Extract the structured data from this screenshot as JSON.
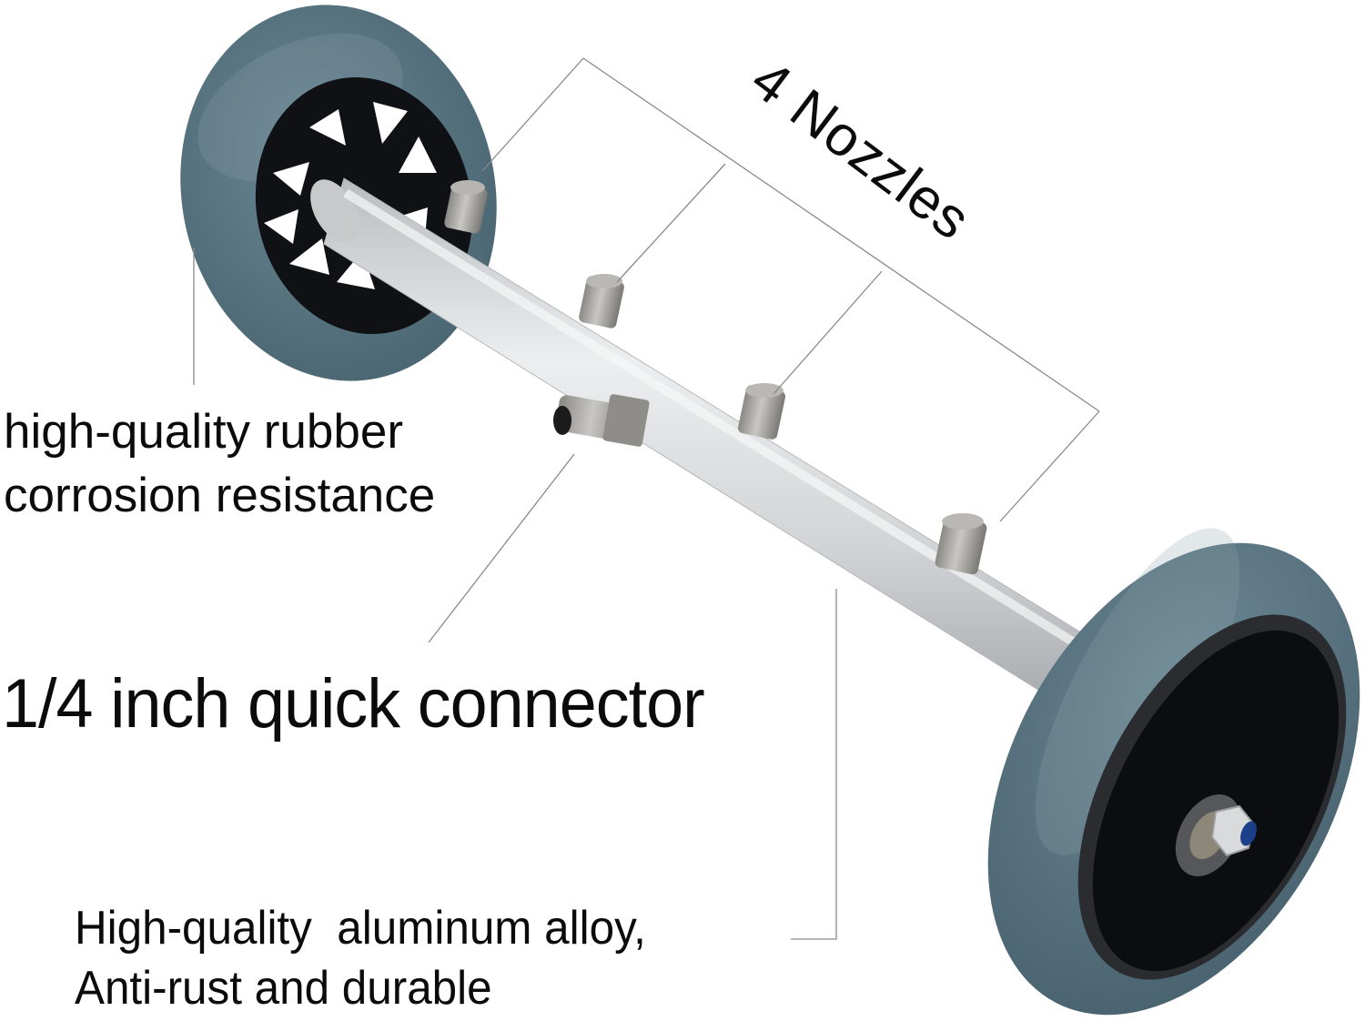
{
  "callouts": {
    "nozzles": {
      "text": "4 Nozzles"
    },
    "wheel": {
      "line1": "high-quality rubber",
      "line2": "corrosion resistance"
    },
    "connector": {
      "text": "1/4 inch quick connector"
    },
    "tube": {
      "line1": "High-quality  aluminum alloy,",
      "line2": "Anti-rust and durable"
    }
  },
  "colors": {
    "background": "#ffffff",
    "tire": "#55717f",
    "tire_highlight": "#7f97a3",
    "hub": "#0e0f12",
    "tube": "#d4d6d8",
    "nozzle": "#9c9a96",
    "leader_line": "#8a8a8a",
    "text": "#0b0b0b"
  }
}
